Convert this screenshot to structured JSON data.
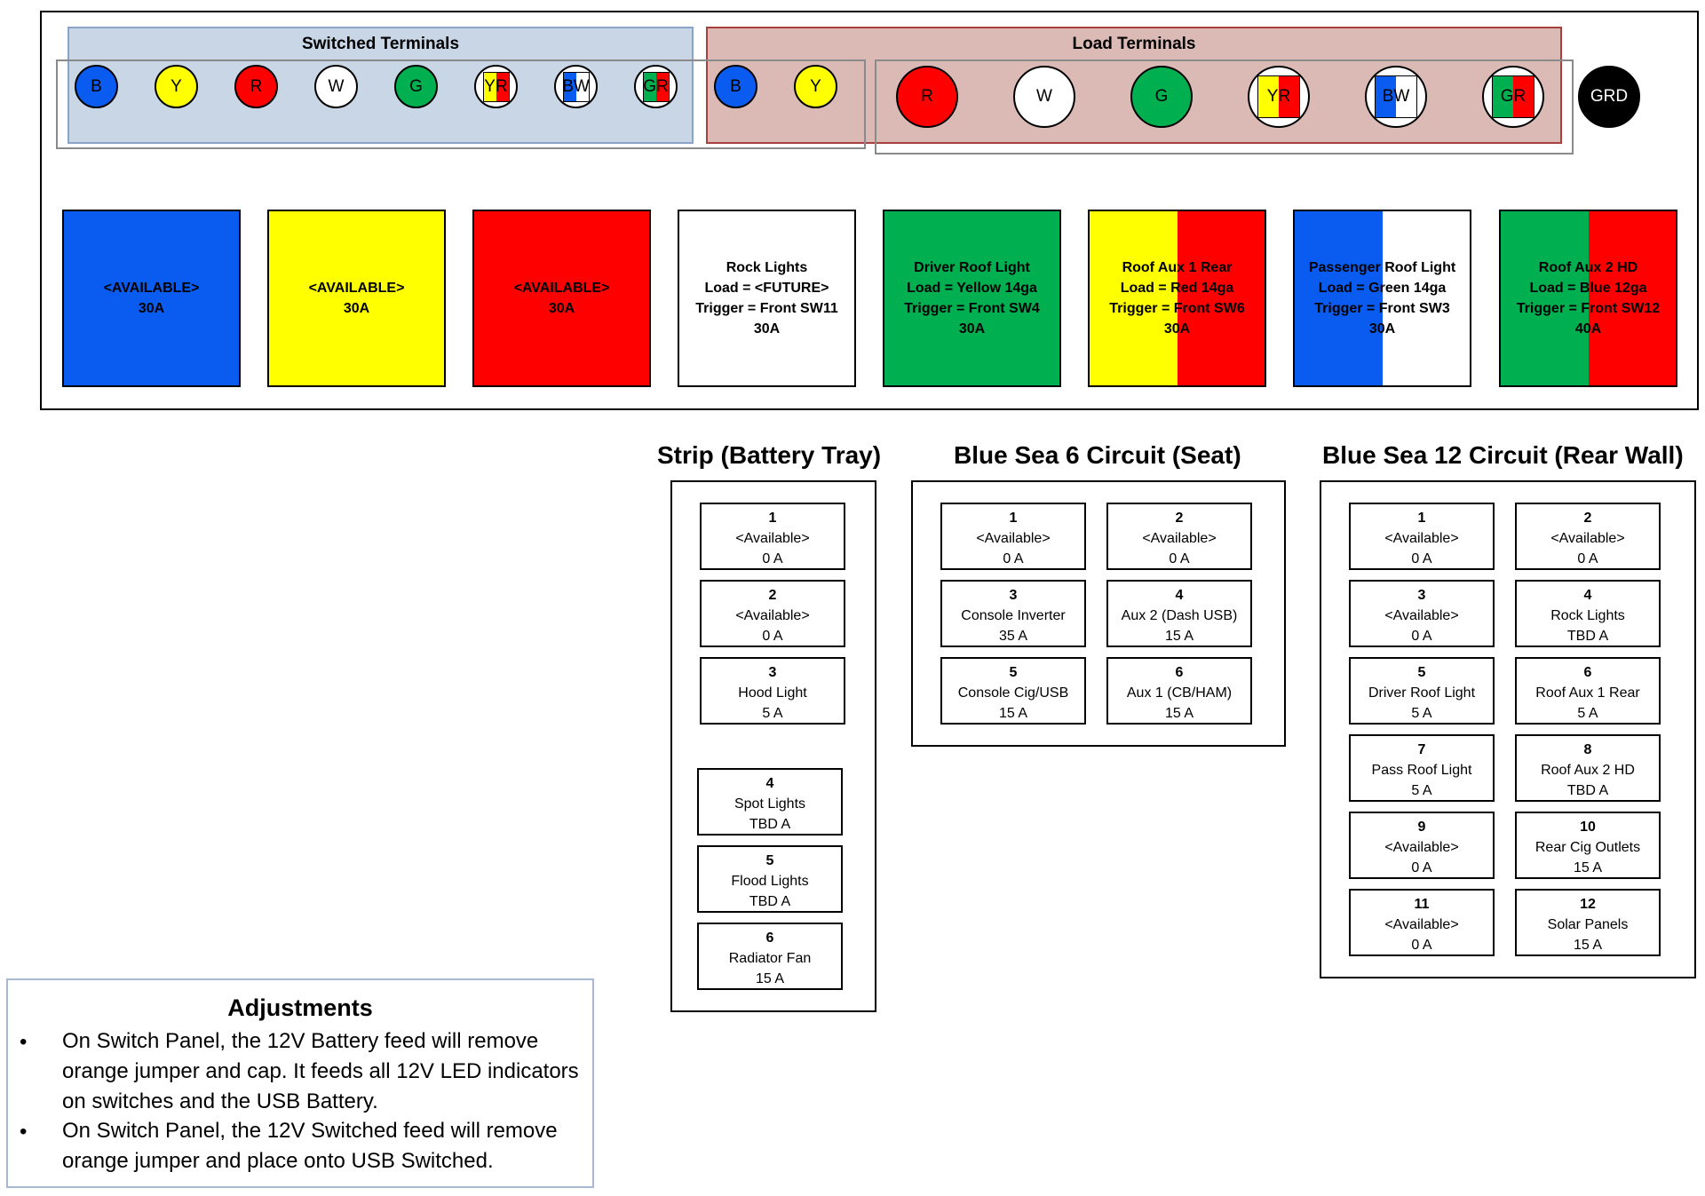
{
  "switched_terminals": {
    "title": "Switched Terminals",
    "terminals": [
      {
        "label": "B",
        "colors": [
          "#0a5cf0"
        ]
      },
      {
        "label": "Y",
        "colors": [
          "#ffff00"
        ]
      },
      {
        "label": "R",
        "colors": [
          "#ff0000"
        ]
      },
      {
        "label": "W",
        "colors": [
          "#ffffff"
        ]
      },
      {
        "label": "G",
        "colors": [
          "#00b050"
        ]
      },
      {
        "label": "YR",
        "colors": [
          "#ffff00",
          "#ff0000"
        ]
      },
      {
        "label": "BW",
        "colors": [
          "#0a5cf0",
          "#ffffff"
        ]
      },
      {
        "label": "GR",
        "colors": [
          "#00b050",
          "#ff0000"
        ]
      },
      {
        "label": "B",
        "colors": [
          "#0a5cf0"
        ]
      },
      {
        "label": "Y",
        "colors": [
          "#ffff00"
        ]
      }
    ]
  },
  "load_terminals": {
    "title": "Load Terminals",
    "terminals": [
      {
        "label": "R",
        "colors": [
          "#ff0000"
        ]
      },
      {
        "label": "W",
        "colors": [
          "#ffffff"
        ]
      },
      {
        "label": "G",
        "colors": [
          "#00b050"
        ]
      },
      {
        "label": "YR",
        "colors": [
          "#ffff00",
          "#ff0000"
        ]
      },
      {
        "label": "BW",
        "colors": [
          "#0a5cf0",
          "#ffffff"
        ]
      },
      {
        "label": "GR",
        "colors": [
          "#00b050",
          "#ff0000"
        ]
      }
    ]
  },
  "ground": {
    "label": "GRD",
    "color": "#000000"
  },
  "relay_fuses": [
    {
      "text": "<AVAILABLE>\n30A",
      "colors": [
        "#0a5cf0"
      ]
    },
    {
      "text": "<AVAILABLE>\n30A",
      "colors": [
        "#ffff00"
      ]
    },
    {
      "text": "<AVAILABLE>\n30A",
      "colors": [
        "#ff0000"
      ]
    },
    {
      "text": "Rock Lights\nLoad = <FUTURE>\nTrigger = Front SW11\n30A",
      "colors": [
        "#ffffff"
      ]
    },
    {
      "text": "Driver Roof Light\nLoad = Yellow 14ga\nTrigger = Front SW4\n30A",
      "colors": [
        "#00b050"
      ]
    },
    {
      "text": "Roof Aux 1 Rear\nLoad = Red 14ga\nTrigger = Front SW6\n30A",
      "colors": [
        "#ffff00",
        "#ff0000"
      ]
    },
    {
      "text": "Passenger Roof Light\nLoad = Green 14ga\nTrigger = Front SW3\n30A",
      "colors": [
        "#0a5cf0",
        "#ffffff"
      ]
    },
    {
      "text": "Roof Aux 2 HD\nLoad = Blue 12ga\nTrigger = Front SW12\n40A",
      "colors": [
        "#00b050",
        "#ff0000"
      ]
    }
  ],
  "strip": {
    "title": "Strip (Battery Tray)",
    "circuits": [
      {
        "num": "1",
        "name": "<Available>",
        "amps": "0 A"
      },
      {
        "num": "2",
        "name": "<Available>",
        "amps": "0 A"
      },
      {
        "num": "3",
        "name": "Hood Light",
        "amps": "5 A"
      },
      {
        "num": "4",
        "name": "Spot Lights",
        "amps": "TBD A"
      },
      {
        "num": "5",
        "name": "Flood Lights",
        "amps": "TBD A"
      },
      {
        "num": "6",
        "name": "Radiator Fan",
        "amps": "15 A"
      }
    ]
  },
  "bluesea6": {
    "title": "Blue Sea 6 Circuit (Seat)",
    "circuits": [
      {
        "num": "1",
        "name": "<Available>",
        "amps": "0 A"
      },
      {
        "num": "2",
        "name": "<Available>",
        "amps": "0 A"
      },
      {
        "num": "3",
        "name": "Console Inverter",
        "amps": "35 A"
      },
      {
        "num": "4",
        "name": "Aux 2 (Dash USB)",
        "amps": "15 A"
      },
      {
        "num": "5",
        "name": "Console Cig/USB",
        "amps": "15 A"
      },
      {
        "num": "6",
        "name": "Aux 1 (CB/HAM)",
        "amps": "15 A"
      }
    ]
  },
  "bluesea12": {
    "title": "Blue Sea 12 Circuit (Rear Wall)",
    "circuits": [
      {
        "num": "1",
        "name": "<Available>",
        "amps": "0 A"
      },
      {
        "num": "2",
        "name": "<Available>",
        "amps": "0 A"
      },
      {
        "num": "3",
        "name": "<Available>",
        "amps": "0 A"
      },
      {
        "num": "4",
        "name": "Rock Lights",
        "amps": "TBD A"
      },
      {
        "num": "5",
        "name": "Driver Roof Light",
        "amps": "5 A"
      },
      {
        "num": "6",
        "name": "Roof Aux 1 Rear",
        "amps": "5 A"
      },
      {
        "num": "7",
        "name": "Pass Roof Light",
        "amps": "5 A"
      },
      {
        "num": "8",
        "name": "Roof Aux 2 HD",
        "amps": "TBD A"
      },
      {
        "num": "9",
        "name": "<Available>",
        "amps": "0 A"
      },
      {
        "num": "10",
        "name": "Rear Cig Outlets",
        "amps": "15 A"
      },
      {
        "num": "11",
        "name": "<Available>",
        "amps": "0 A"
      },
      {
        "num": "12",
        "name": "Solar Panels",
        "amps": "15 A"
      }
    ]
  },
  "adjustments": {
    "title": "Adjustments",
    "bullet": "•",
    "items": [
      "On Switch Panel, the 12V Battery feed will remove orange jumper and cap.  It feeds all 12V LED indicators on switches and the USB Battery.",
      "On Switch Panel, the 12V Switched feed will remove orange jumper and place onto USB Switched."
    ]
  }
}
